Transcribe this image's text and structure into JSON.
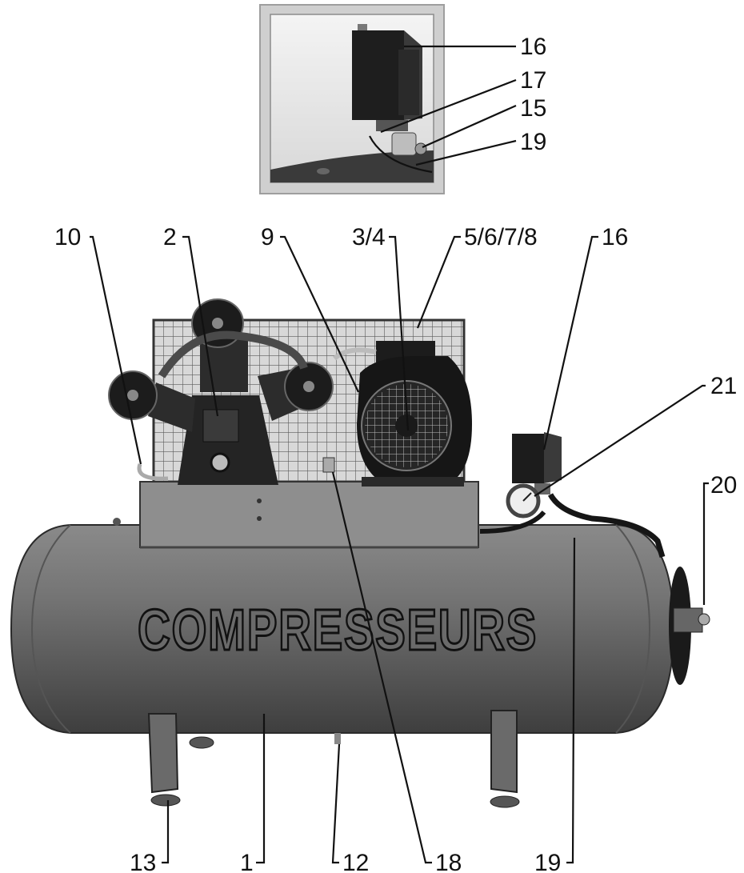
{
  "brand_text": "COMPRESSEURS",
  "callouts": {
    "inset_16": "16",
    "inset_17": "17",
    "inset_15": "15",
    "inset_19": "19",
    "c10": "10",
    "c2": "2",
    "c9": "9",
    "c3_4": "3/4",
    "c5_8": "5/6/7/8",
    "c16": "16",
    "c21": "21",
    "c20": "20",
    "c13": "13",
    "c1": "1",
    "c12": "12",
    "c18": "18",
    "c19": "19"
  },
  "colors": {
    "tank": "#6e6e6e",
    "tank_dark": "#3c3c3c",
    "metal_dark": "#1e1e1e",
    "grille": "#9a9a9a",
    "inset_frame": "#cfcfcf"
  }
}
